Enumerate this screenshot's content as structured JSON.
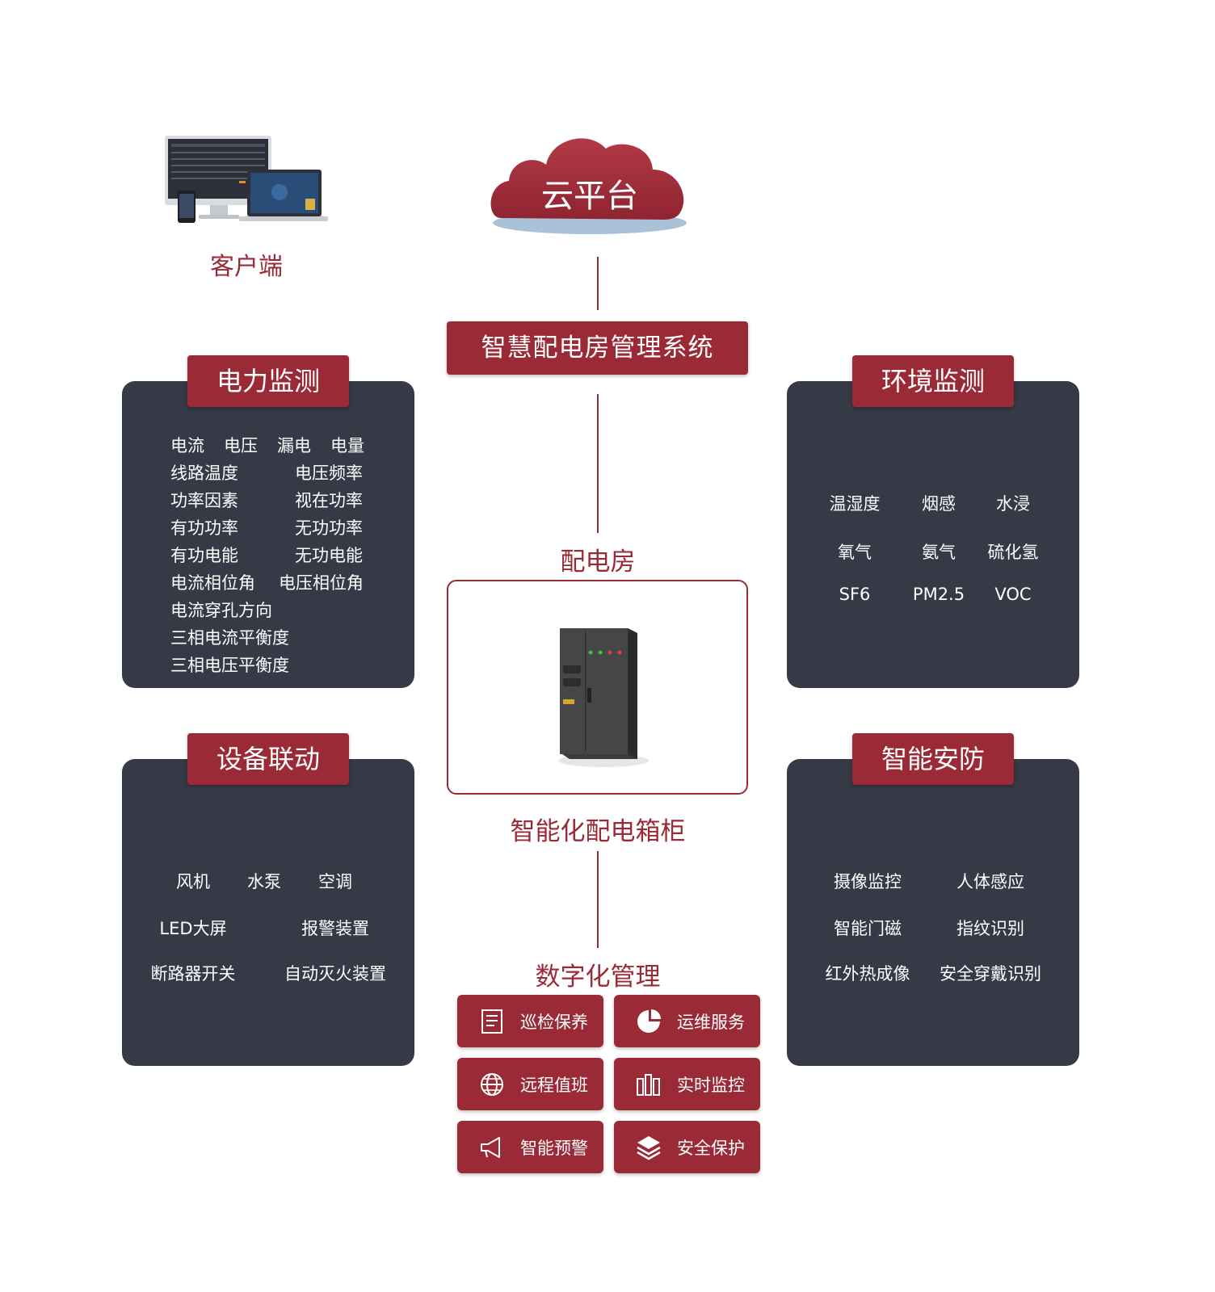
{
  "colors": {
    "accent_red": "#9a2a35",
    "panel_dark": "#363946",
    "background": "#ffffff"
  },
  "client": {
    "label": "客户端",
    "icon": "devices-icon"
  },
  "cloud": {
    "label": "云平台",
    "icon": "cloud-icon"
  },
  "system": {
    "label": "智慧配电房管理系统"
  },
  "power": {
    "title": "电力监测",
    "row1": [
      "电流",
      "电压",
      "漏电",
      "电量"
    ],
    "pairs": [
      [
        "线路温度",
        "电压频率"
      ],
      [
        "功率因素",
        "视在功率"
      ],
      [
        "有功功率",
        "无功功率"
      ],
      [
        "有功电能",
        "无功电能"
      ],
      [
        "电流相位角",
        "电压相位角"
      ]
    ],
    "singles": [
      "电流穿孔方向",
      "三相电流平衡度",
      "三相电压平衡度"
    ]
  },
  "env": {
    "title": "环境监测",
    "rows": [
      [
        "温湿度",
        "烟感",
        "水浸"
      ],
      [
        "氧气",
        "氨气",
        "硫化氢"
      ],
      [
        "SF6",
        "PM2.5",
        "VOC"
      ]
    ]
  },
  "linkage": {
    "title": "设备联动",
    "row1": [
      "风机",
      "水泵",
      "空调"
    ],
    "row2": [
      "LED大屏",
      "报警装置"
    ],
    "row3": [
      "断路器开关",
      "自动灭火装置"
    ]
  },
  "security": {
    "title": "智能安防",
    "rows": [
      [
        "摄像监控",
        "人体感应"
      ],
      [
        "智能门磁",
        "指纹识别"
      ],
      [
        "红外热成像",
        "安全穿戴识别"
      ]
    ]
  },
  "room": {
    "title": "配电房",
    "cabinet_label": "智能化配电箱柜",
    "icon": "cabinet-icon"
  },
  "digital": {
    "title": "数字化管理",
    "buttons": [
      {
        "label": "巡检保养",
        "icon": "document-icon"
      },
      {
        "label": "运维服务",
        "icon": "pie-chart-icon"
      },
      {
        "label": "远程值班",
        "icon": "globe-icon"
      },
      {
        "label": "实时监控",
        "icon": "bar-columns-icon"
      },
      {
        "label": "智能预警",
        "icon": "megaphone-icon"
      },
      {
        "label": "安全保护",
        "icon": "layers-icon"
      }
    ]
  }
}
